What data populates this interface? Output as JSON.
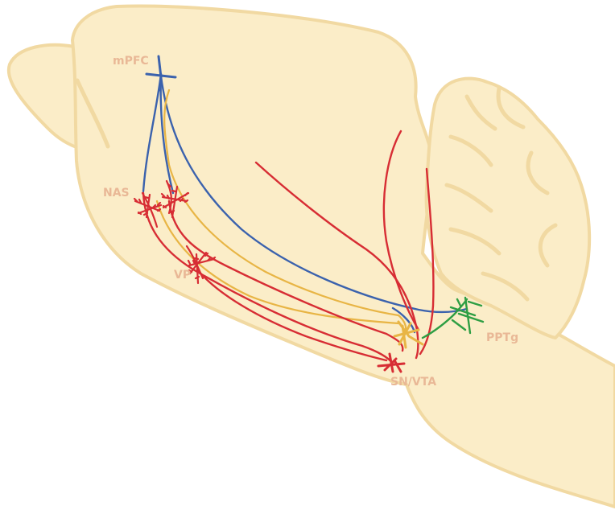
{
  "colors": {
    "tissue_fill": "#fbedc8",
    "tissue_outline": "#f1d9a2",
    "label": "#e9b896",
    "dopamine": "#d72d34",
    "cortical": "#3b62ad",
    "gaba": "#e8b545",
    "cholinergic": "#2e9e43",
    "background": "#ffffff"
  },
  "labels": {
    "mpfc": "mPFC",
    "nas": "NAS",
    "vp": "VP",
    "pptg": "PPTg",
    "snvta": "SN/VTA"
  }
}
